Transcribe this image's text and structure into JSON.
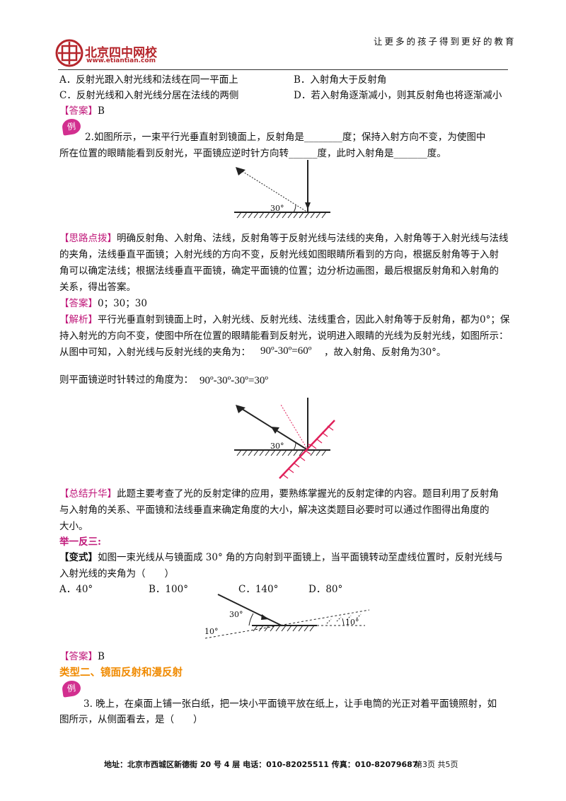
{
  "header": {
    "logo_text": "北京四中网校",
    "logo_url": "www.etiantian.com",
    "slogan": "让更多的孩子得到更好的教育"
  },
  "q1_options": {
    "a": "A．反射光跟入射光线和法线在同一平面上",
    "b": "B．入射角大于反射角",
    "c": "C．反射光线和入射光线分居在法线的两侧",
    "d": "D．若入射角逐渐减小，则其反射角也将逐渐减小"
  },
  "q1_answer": {
    "tag": "【答案】",
    "value": "B"
  },
  "example_badge": "例",
  "q2": {
    "line1": "2.如图所示，一束平行光垂直射到镜面上，反射角是________度；保持入射方向不变，为使图中",
    "line2": "所在位置的眼睛能看到反射光，平面镜应逆时针方向转______度，此时入射角是_______度。",
    "fig_angle": "30°"
  },
  "hint": {
    "tag": "【思路点拨】",
    "line1": "明确反射角、入射角、法线，反射角等于反射光线与法线的夹角，入射角等于入射光线与法线",
    "line2": "的夹角，法线垂直平面镜；入射光线的方向不变，反射光线如图眼睛所看到的方向，根据反射角等于入射",
    "line3": "角可以确定法线；根据法线垂直平面镜，确定平面镜的位置；边分析边画图，最后根据反射角和入射角的",
    "line4": "关系，得出答案。"
  },
  "q2_answer": {
    "tag": "【答案】",
    "value": "0；30；30"
  },
  "analysis": {
    "tag": "【解析】",
    "line1": "平行光垂直射到镜面上时，入射光线、反射光线、法线重合，因此入射角等于反射角，都为0°；保",
    "line2": "持入射光的方向不变，使图中所在位置的眼睛能看到反射光，说明进入眼睛的光线为反射光线，如图所示：",
    "line3a": "从图中可知，入射光线与反射光线的夹角为：",
    "eq1": "90º-30º=60º",
    "line3b": "，故入射角、反射角为30°。",
    "line4": "则平面镜逆时针转过的角度为：",
    "eq2": "90º-30º-30º=30º",
    "fig_angle": "30°"
  },
  "summary": {
    "tag": "【总结升华】",
    "line1": "此题主要考查了光的反射定律的应用，要熟练掌握光的反射定律的内容。题目利用了反射角",
    "line2": "与入射角的关系、平面镜和法线垂直来确定角度的大小，解决这类题目必要时可以通过作图得出角度的",
    "line3": "大小。"
  },
  "extend": {
    "heading": "举一反三:",
    "tag": "【变式】",
    "line1": "如图一束光线从与镜面成 30° 角的方向射到平面镜上，当平面镜转动至虚线位置时，反射光线与",
    "line2": "入射光线的夹角为（　　）",
    "opt_a": "A．40°",
    "opt_b": "B．100°",
    "opt_c": "C．140°",
    "opt_d": "D．80°",
    "fig_angle_30": "30°",
    "fig_angle_10_left": "10°",
    "fig_angle_10_right": "10°"
  },
  "extend_answer": {
    "tag": "【答案】",
    "value": "B"
  },
  "type2_heading": "类型二、镜面反射和漫反射",
  "q3": {
    "line1": "3. 晚上，在桌面上铺一张白纸，把一块小平面镜平放在纸上，让手电筒的光正对着平面镜照射，如",
    "line2": "图所示，从侧面看去，是（　　）"
  },
  "footer": {
    "text": "地址：北京市西城区新德街 20 号 4 层  电话：010-82025511  传真：010-82079687",
    "page": "第3页  共5页"
  },
  "colors": {
    "accent": "#c0187a",
    "orange": "#f08a00",
    "mirror_red": "#e0205a",
    "logo_red": "#b5252b"
  }
}
